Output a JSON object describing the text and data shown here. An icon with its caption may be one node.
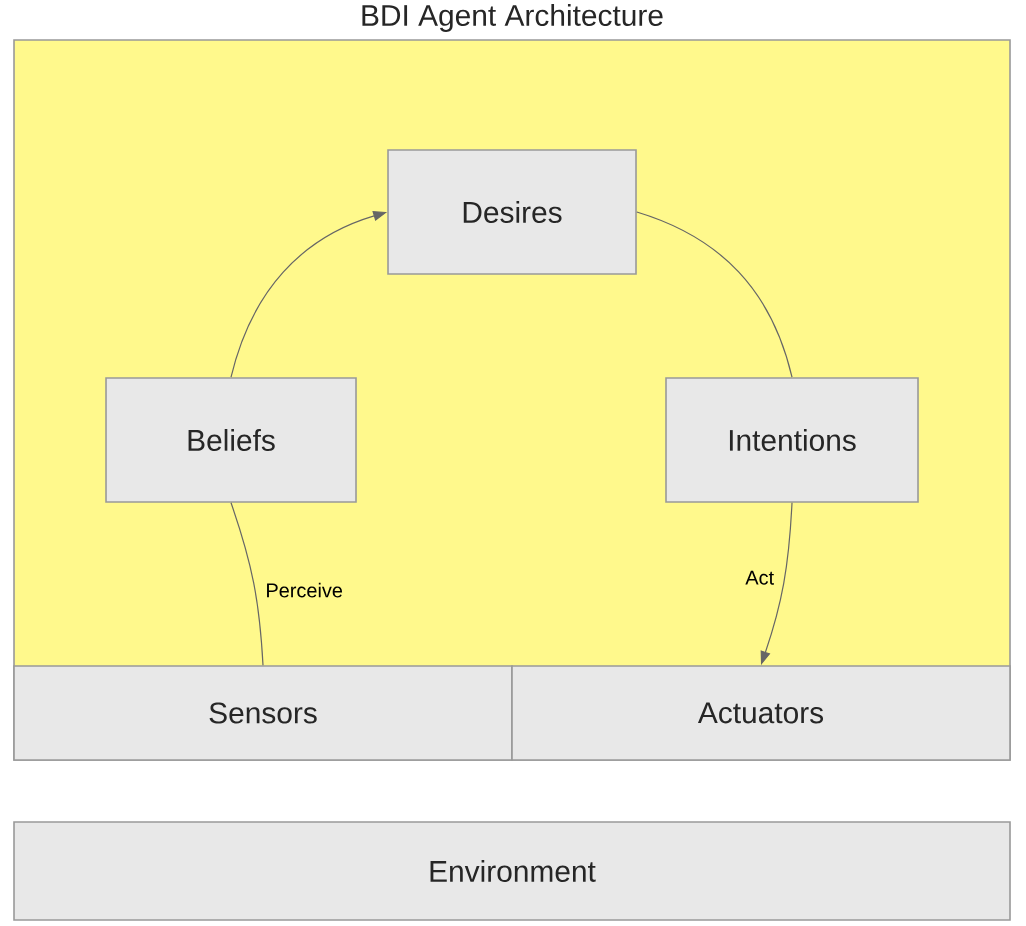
{
  "diagram": {
    "title": "BDI Agent Architecture",
    "nodes": [
      {
        "text": [],
        "shape": "box"
      },
      {
        "text": [
          "Desires"
        ],
        "in": 0
      },
      {
        "text": [
          "Beliefs"
        ],
        "in": 0
      },
      {
        "text": [
          "Intentions"
        ],
        "in": 0
      },
      {
        "text": [
          "Sensors"
        ],
        "in": 0
      },
      {
        "text": [
          "Actuators"
        ],
        "in": 0
      },
      {
        "text": [
          "Environment"
        ]
      }
    ],
    "edges": [
      {
        "from": 4,
        "to": 2,
        "arrow": "none",
        "label": "Perceive"
      },
      {
        "from": 2,
        "to": 1,
        "arrow": "to"
      },
      {
        "from": 1,
        "to": 3,
        "arrow": "none"
      },
      {
        "from": 3,
        "to": 5,
        "arrow": "to",
        "label": "Act"
      }
    ]
  }
}
